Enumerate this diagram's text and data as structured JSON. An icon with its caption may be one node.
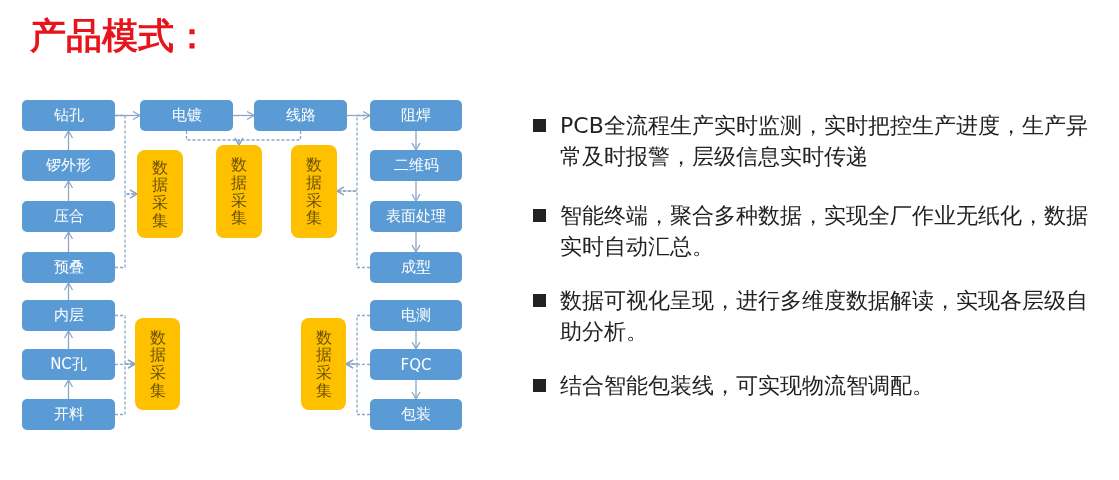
{
  "diagram": {
    "title": "产品模式：",
    "nodes": [
      {
        "text": [
          "钻孔"
        ]
      },
      {
        "text": [
          "锣外形"
        ]
      },
      {
        "text": [
          "压合"
        ]
      },
      {
        "text": [
          "预叠"
        ]
      },
      {
        "text": [
          "内层"
        ]
      },
      {
        "text": [
          "NC孔"
        ]
      },
      {
        "text": [
          "开料"
        ]
      },
      {
        "text": [
          "电镀"
        ]
      },
      {
        "text": [
          "线路"
        ]
      },
      {
        "text": [
          "阻焊"
        ]
      },
      {
        "text": [
          "二维码"
        ]
      },
      {
        "text": [
          "表面处理"
        ]
      },
      {
        "text": [
          "成型"
        ]
      },
      {
        "text": [
          "电测"
        ]
      },
      {
        "text": [
          "FQC"
        ]
      },
      {
        "text": [
          "包装"
        ]
      },
      {
        "text": [
          "数据采集"
        ]
      },
      {
        "text": [
          "数据采集"
        ]
      },
      {
        "text": [
          "数据采集"
        ]
      },
      {
        "text": [
          "数据采集"
        ]
      },
      {
        "text": [
          "数据采集"
        ]
      }
    ],
    "edges": [
      {
        "from": 6,
        "to": 5,
        "arrow": "to"
      },
      {
        "from": 5,
        "to": 4,
        "arrow": "to"
      },
      {
        "from": 4,
        "to": 3,
        "arrow": "to"
      },
      {
        "from": 3,
        "to": 2,
        "arrow": "to"
      },
      {
        "from": 2,
        "to": 1,
        "arrow": "to"
      },
      {
        "from": 1,
        "to": 0,
        "arrow": "to"
      },
      {
        "from": 0,
        "to": 7,
        "arrow": "to"
      },
      {
        "from": 7,
        "to": 8,
        "arrow": "to"
      },
      {
        "from": 8,
        "to": 9,
        "arrow": "to"
      },
      {
        "from": 9,
        "to": 10,
        "arrow": "to"
      },
      {
        "from": 10,
        "to": 11,
        "arrow": "to"
      },
      {
        "from": 11,
        "to": 12,
        "arrow": "to"
      },
      {
        "from": 13,
        "to": 14,
        "arrow": "to"
      },
      {
        "from": 14,
        "to": 15,
        "arrow": "to"
      },
      {
        "from": 0,
        "to": 16,
        "arrow": "to",
        "style": "dashed"
      },
      {
        "from": 3,
        "to": 16,
        "arrow": "to",
        "style": "dashed"
      },
      {
        "from": 7,
        "to": 17,
        "arrow": "to",
        "style": "dashed"
      },
      {
        "from": 8,
        "to": 17,
        "arrow": "to",
        "style": "dashed"
      },
      {
        "from": 9,
        "to": 18,
        "arrow": "to",
        "style": "dashed"
      },
      {
        "from": 12,
        "to": 18,
        "arrow": "to",
        "style": "dashed"
      },
      {
        "from": 4,
        "to": 19,
        "arrow": "to",
        "style": "dashed"
      },
      {
        "from": 5,
        "to": 19,
        "arrow": "to",
        "style": "dashed"
      },
      {
        "from": 6,
        "to": 19,
        "arrow": "to",
        "style": "dashed"
      },
      {
        "from": 13,
        "to": 20,
        "arrow": "to",
        "style": "dashed"
      },
      {
        "from": 14,
        "to": 20,
        "arrow": "to",
        "style": "dashed"
      },
      {
        "from": 15,
        "to": 20,
        "arrow": "to",
        "style": "dashed"
      }
    ],
    "labels": [
      "PCB全流程生产实时监测，实时把控生产进度，生产异常及时报警，层级信息实时传递",
      "智能终端，聚合多种数据，实现全厂作业无纸化，数据实时自动汇总。",
      "数据可视化呈现，进行多维度数据解读，实现各层级自助分析。",
      "结合智能包装线，可实现物流智调配。"
    ]
  }
}
